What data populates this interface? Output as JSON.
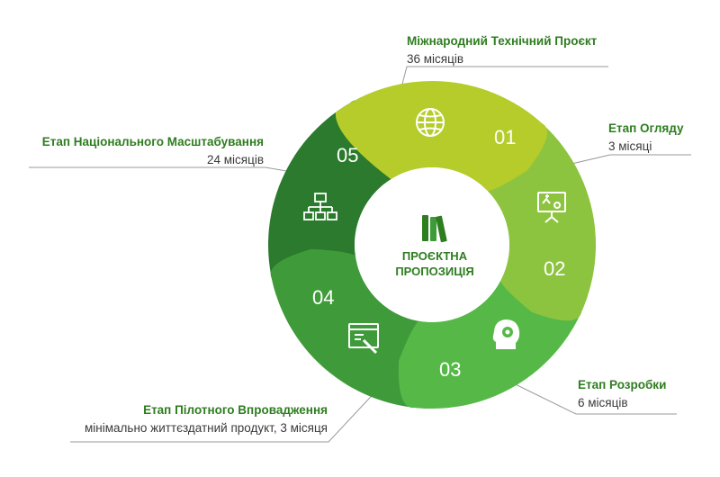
{
  "center": {
    "line1": "ПРОЄКТНА",
    "line2": "ПРОПОЗИЦІЯ"
  },
  "stages": [
    {
      "number": "01",
      "title": "Міжнародний Технічний Проєкт",
      "subtitle": "36 місяців",
      "color": "#b5cc2a",
      "icon": "globe-icon"
    },
    {
      "number": "02",
      "title": "Етап Огляду",
      "subtitle": "3 місяці",
      "color": "#8dc43f",
      "icon": "presentation-board-icon"
    },
    {
      "number": "03",
      "title": "Етап Розробки",
      "subtitle": "6 місяців",
      "color": "#56b947",
      "icon": "head-gear-icon"
    },
    {
      "number": "04",
      "title": "Етап Пілотного Впровадження",
      "subtitle": "мінімально життєздатний продукт, 3 місяця",
      "color": "#3f9b3a",
      "icon": "browser-tool-icon"
    },
    {
      "number": "05",
      "title": "Етап Національного Масштабування",
      "subtitle": "24 місяців",
      "color": "#2b7a2d",
      "icon": "network-hierarchy-icon"
    }
  ],
  "colors": {
    "title_green": "#2e7d1f",
    "connector_gray": "#9a9a9a",
    "center_icon": "#2e7d1f"
  }
}
